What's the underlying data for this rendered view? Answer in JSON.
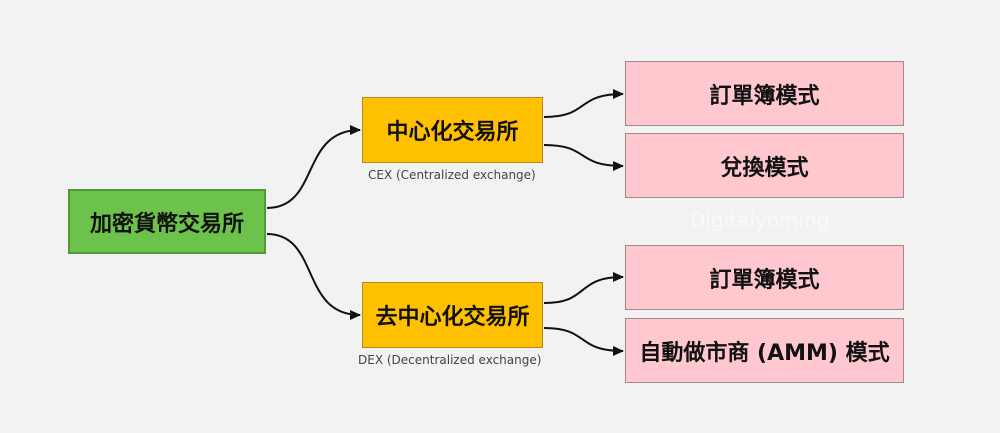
{
  "diagram": {
    "root": {
      "label": "加密貨幣交易所"
    },
    "branches": [
      {
        "label": "中心化交易所",
        "caption": "CEX (Centralized exchange)",
        "children": [
          {
            "label": "訂單簿模式"
          },
          {
            "label": "兌換模式"
          }
        ]
      },
      {
        "label": "去中心化交易所",
        "caption": "DEX (Decentralized exchange)",
        "children": [
          {
            "label": "訂單簿模式"
          },
          {
            "label": "自動做市商 (AMM) 模式"
          }
        ]
      }
    ],
    "watermark": "Digitalyoming"
  },
  "colors": {
    "background": "#f2f2f2",
    "root_fill": "#6cc24a",
    "branch_fill": "#ffc000",
    "leaf_fill": "#ffc7ce",
    "connector": "#111111"
  }
}
